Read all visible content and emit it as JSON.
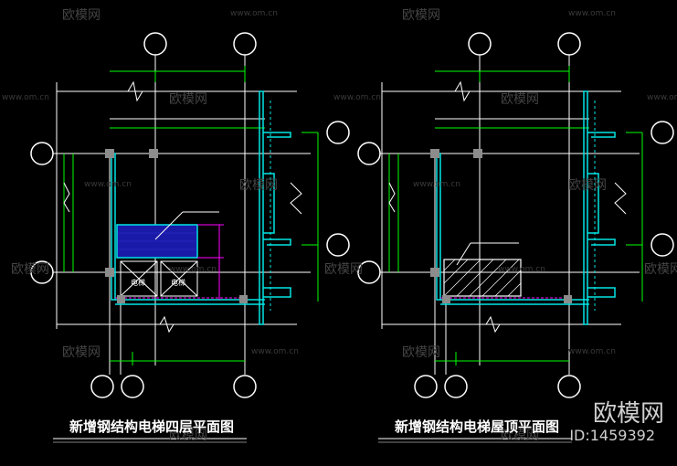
{
  "drawings": [
    {
      "title": "新增钢结构电梯四层平面图",
      "tag_left": "电梯",
      "tag_right": "电梯"
    },
    {
      "title": "新增钢结构电梯屋顶平面图"
    }
  ],
  "watermark": {
    "brand": "欧模网",
    "url": "www.om.cn"
  },
  "corner_brand": {
    "name": "欧模网",
    "id": "ID:1459392"
  },
  "colors": {
    "background": "#000000",
    "white_lines": "#ffffff",
    "green_dims": "#00ff00",
    "cyan_walls": "#00e5e5",
    "magenta_dims": "#ff00ff",
    "blue_fill": "#1a1aa8",
    "grey_columns": "#8c8c8c"
  }
}
